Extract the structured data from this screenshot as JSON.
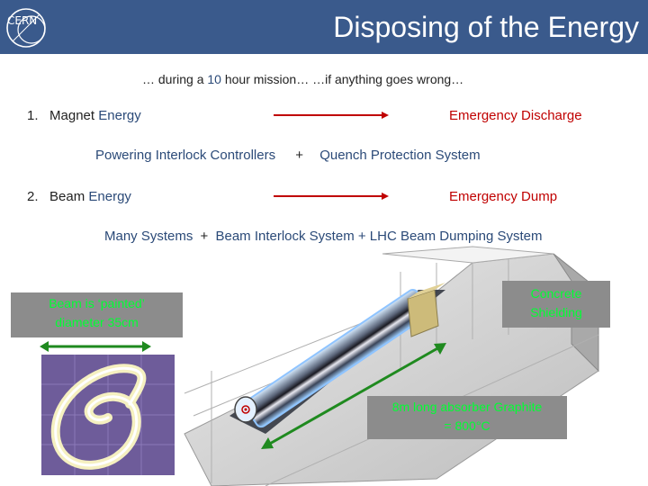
{
  "header": {
    "title": "Disposing of the Energy",
    "logo_text": "CERN",
    "logo_icon": "cern-logo"
  },
  "subtitle": {
    "part1": "… during a ",
    "part2": "10",
    "part3": " hour mission… …if anything goes wrong…"
  },
  "items": [
    {
      "number": "1.",
      "label_a": "Magnet",
      "label_b": "Energy",
      "target": "Emergency Discharge",
      "detail_a": "Powering Interlock Controllers",
      "detail_plus": "+",
      "detail_b": "Quench Protection System"
    },
    {
      "number": "2.",
      "label_a": "Beam",
      "label_b": "Energy",
      "target": "Emergency Dump",
      "detail_a": "Many Systems",
      "detail_plus": "+",
      "detail_b": "Beam Interlock System + LHC Beam Dumping System"
    }
  ],
  "labels": {
    "beam_painted_line1": "Beam is ‘painted’",
    "beam_painted_line2": "diameter 35cm",
    "concrete_line1": "Concrete",
    "concrete_line2": "Shielding",
    "graphite_line1": "8m long absorber Graphite",
    "graphite_line2": "= 800°C"
  },
  "colors": {
    "header_bg": "#3a5a8c",
    "arrow_red": "#c00000",
    "arrow_green": "#1f8a1f",
    "label_text": "#00ff33",
    "label_bg": "#8c8c8c"
  }
}
